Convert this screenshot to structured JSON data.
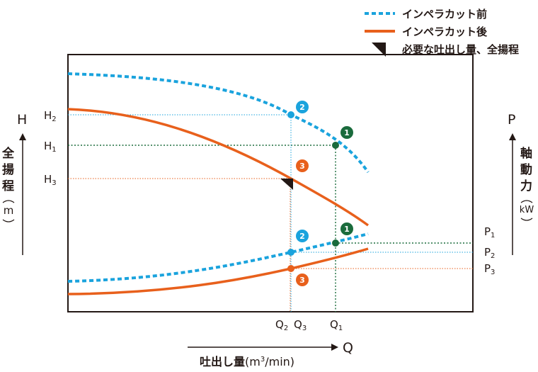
{
  "colors": {
    "before": "#1aa3dd",
    "after": "#e8601c",
    "point1": "#1a6b3c",
    "axis": "#231815",
    "required": "#231815"
  },
  "legend": {
    "before_label": "インペラカット前",
    "after_label": "インペラカット後",
    "required_label": "必要な吐出し量、全揚程"
  },
  "axes": {
    "left_letter": "H",
    "left_title_chars": [
      "全",
      "揚",
      "程"
    ],
    "left_unit_char": "m",
    "right_letter": "P",
    "right_title_chars": [
      "軸",
      "動",
      "力"
    ],
    "right_unit_char": "kW",
    "bottom_letter": "Q",
    "bottom_title": "吐出し量",
    "bottom_unit_open": "(m",
    "bottom_unit_sup": "3",
    "bottom_unit_close": "/min)"
  },
  "ticks": {
    "h2": {
      "base": "H",
      "sub": "2"
    },
    "h1": {
      "base": "H",
      "sub": "1"
    },
    "h3": {
      "base": "H",
      "sub": "3"
    },
    "p1": {
      "base": "P",
      "sub": "1"
    },
    "p2": {
      "base": "P",
      "sub": "2"
    },
    "p3": {
      "base": "P",
      "sub": "3"
    },
    "q2": {
      "base": "Q",
      "sub": "2"
    },
    "q3": {
      "base": "Q",
      "sub": "3"
    },
    "q1": {
      "base": "Q",
      "sub": "1"
    }
  },
  "badges": {
    "one": "1",
    "two": "2",
    "three": "3"
  }
}
